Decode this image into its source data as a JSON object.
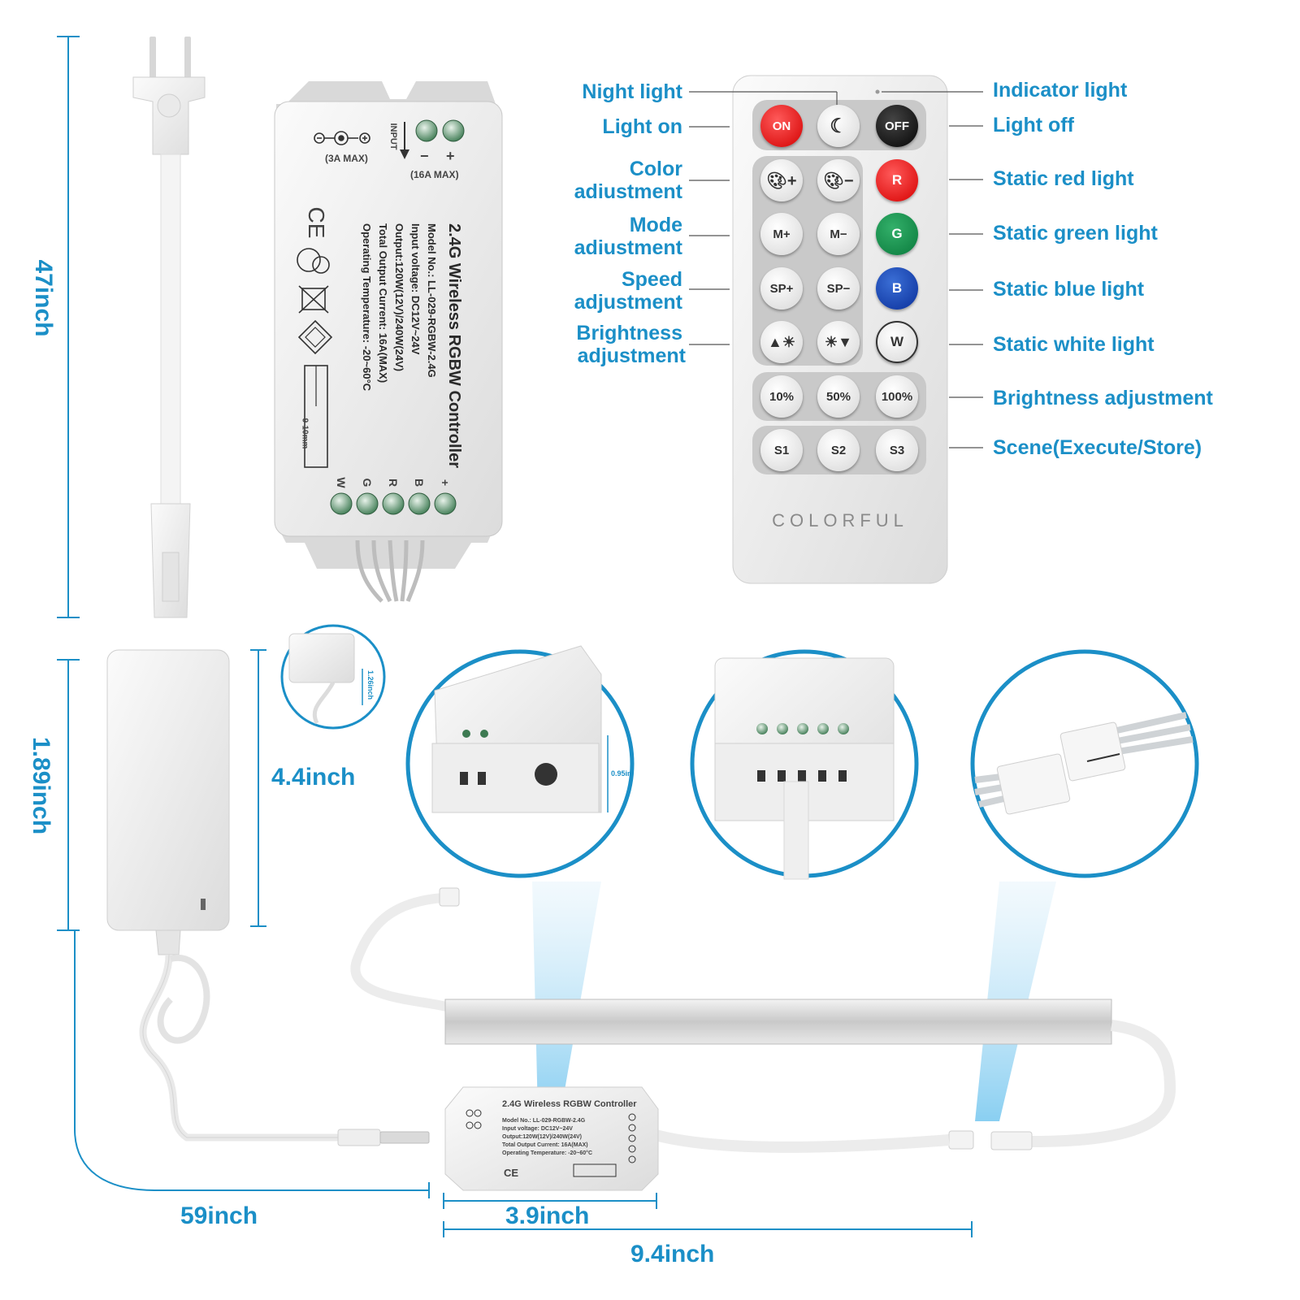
{
  "dimensions": {
    "cord_length": "47inch",
    "adapter_length": "4.4inch",
    "adapter_width": "1.89inch",
    "adapter_height": "1.26inch",
    "controller_height": "0.95in",
    "cable_length": "59inch",
    "controller_length": "3.9inch",
    "bar_length": "9.4inch"
  },
  "remote": {
    "brand": "COLORFUL",
    "buttons": {
      "on": "ON",
      "off": "OFF",
      "red": "R",
      "green": "G",
      "blue": "B",
      "white": "W",
      "m_plus": "M+",
      "m_minus": "M−",
      "sp_plus": "SP+",
      "sp_minus": "SP−",
      "b10": "10%",
      "b50": "50%",
      "b100": "100%",
      "s1": "S1",
      "s2": "S2",
      "s3": "S3"
    },
    "labels_left": {
      "night_light": "Night light",
      "light_on": "Light on",
      "color_1": "Color",
      "color_2": "adiustment",
      "mode_1": "Mode",
      "mode_2": "adiustment",
      "speed_1": "Speed",
      "speed_2": "adjustment",
      "bright_1": "Brightness",
      "bright_2": "adjustment"
    },
    "labels_right": {
      "indicator": "Indicator light",
      "light_off": "Light off",
      "red": "Static red light",
      "green": "Static green light",
      "blue": "Static blue light",
      "white": "Static white light",
      "brightness": "Brightness adjustment",
      "scene": "Scene(Execute/Store)"
    }
  },
  "controller": {
    "title": "2.4G Wireless RGBW Controller",
    "model": "Model No.: LL-029-RGBW-2.4G",
    "input": "Input voltage: DC12V~24V",
    "output": "Output:120W(12V)/240W(24V)",
    "current": "Total Output Current: 16A(MAX)",
    "temp": "Operating Temperature: -20~60°C",
    "dc_max": "(3A MAX)",
    "input_max": "(16A MAX)",
    "input_label": "INPUT",
    "minus": "−",
    "plus": "+",
    "strip": "9-10mm",
    "ce": "CE",
    "pins": [
      "+",
      "B",
      "R",
      "G",
      "W"
    ]
  }
}
